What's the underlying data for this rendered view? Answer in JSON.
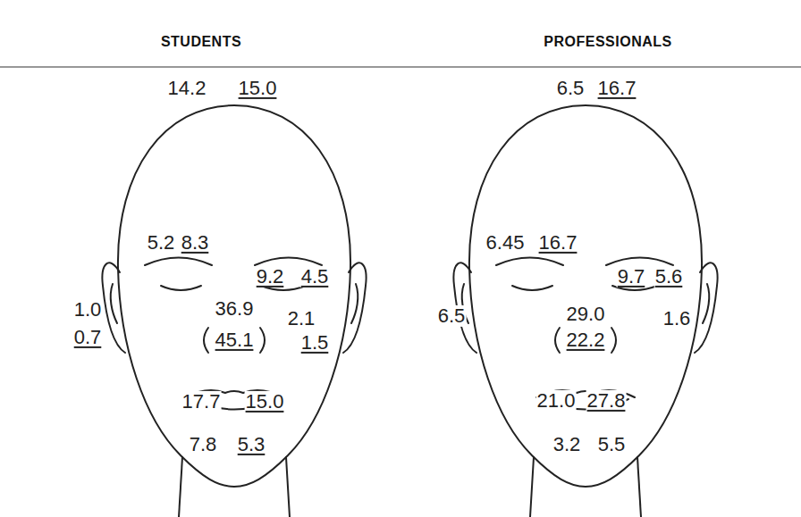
{
  "diagram": {
    "labels": [
      "STUDENTS",
      "14.2",
      "15.0",
      "5.2",
      "8.3",
      "9.2",
      "4.5",
      "1.0",
      "0.7",
      "36.9",
      "45.1",
      "2.1",
      "1.5",
      "17.7",
      "15.0",
      "7.8",
      "5.3",
      "PROFESSIONALS",
      "6.5",
      "16.7",
      "6.45",
      "16.7",
      "9.7",
      "5.6",
      "6.5",
      "29.0",
      "22.2",
      "1.6",
      "21.0",
      "27.8",
      "3.2",
      "5.5"
    ]
  }
}
